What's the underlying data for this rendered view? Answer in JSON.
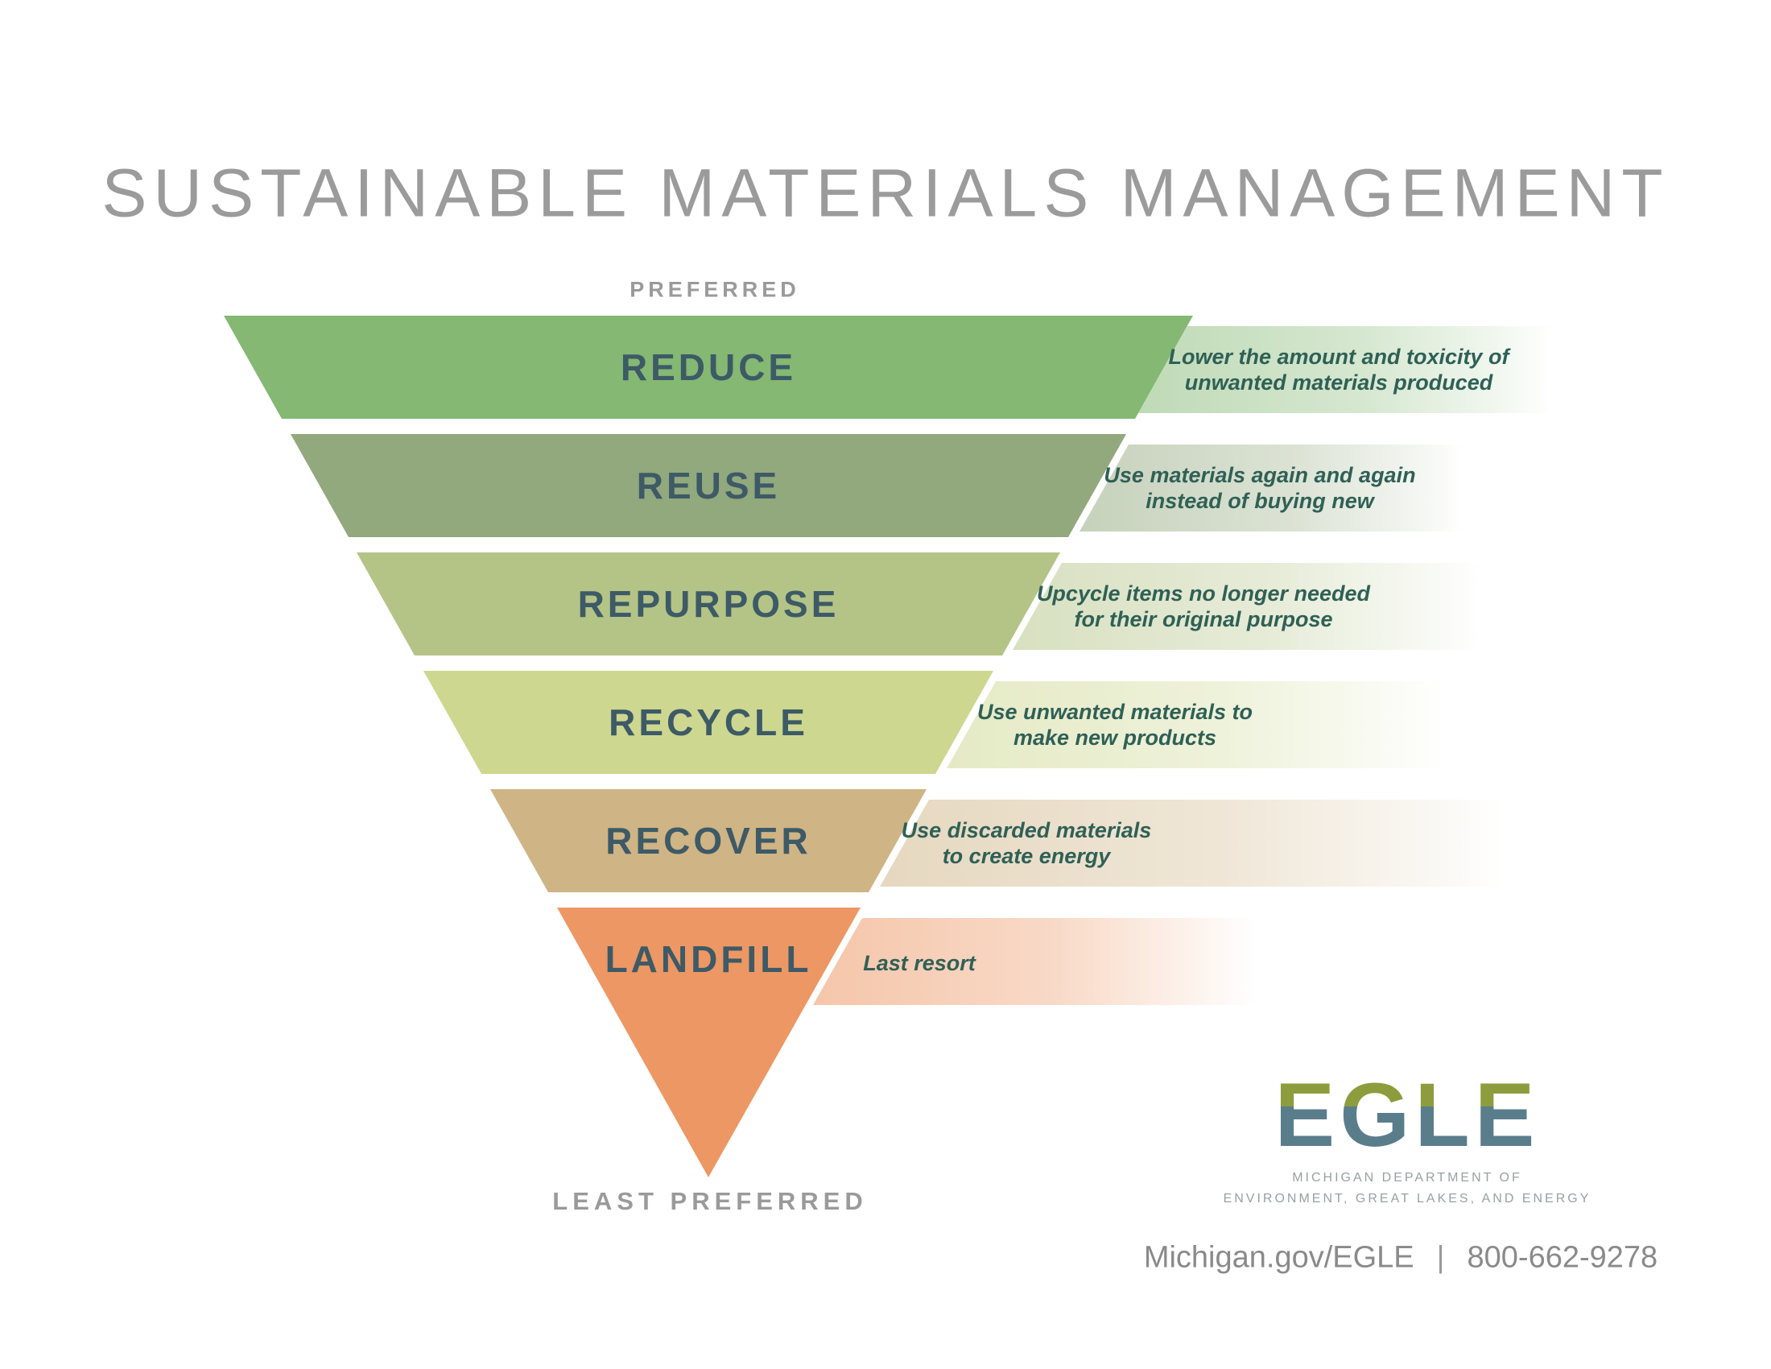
{
  "title": "SUSTAINABLE MATERIALS MANAGEMENT",
  "top_label": "PREFERRED",
  "bottom_label": "LEAST PREFERRED",
  "funnel": {
    "label_color": "#3d5a66",
    "desc_color": "#2f6056",
    "bands": [
      {
        "label": "REDUCE",
        "color": "#84b873",
        "desc_line1": "Lower the amount and toxicity of",
        "desc_line2": "unwanted materials produced"
      },
      {
        "label": "REUSE",
        "color": "#92a87d",
        "desc_line1": "Use materials again and again",
        "desc_line2": "instead of buying new"
      },
      {
        "label": "REPURPOSE",
        "color": "#b4c487",
        "desc_line1": "Upcycle items no longer needed",
        "desc_line2": "for their original purpose"
      },
      {
        "label": "RECYCLE",
        "color": "#cdd78f",
        "desc_line1": "Use unwanted materials to",
        "desc_line2": "make new products"
      },
      {
        "label": "RECOVER",
        "color": "#cfb485",
        "desc_line1": "Use discarded materials",
        "desc_line2": "to create energy"
      },
      {
        "label": "LANDFILL",
        "color": "#ed9764",
        "desc_line1": "Last resort",
        "desc_line2": ""
      }
    ]
  },
  "logo": {
    "text": "EGLE",
    "top_color": "#8d9c3d",
    "bottom_color": "#5a7d8c",
    "tagline_line1": "MICHIGAN DEPARTMENT OF",
    "tagline_line2": "ENVIRONMENT, GREAT LAKES, AND ENERGY"
  },
  "footer": {
    "site": "Michigan.gov/EGLE",
    "separator": "|",
    "phone": "800-662-9278"
  }
}
